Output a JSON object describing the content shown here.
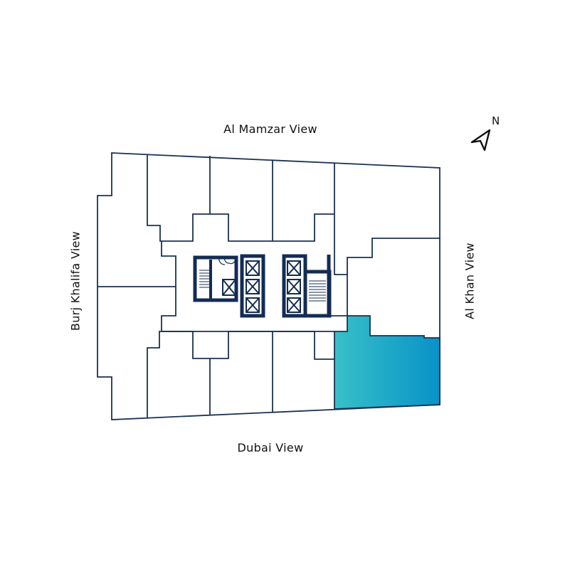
{
  "views": {
    "top": "Al Mamzar View",
    "bottom": "Dubai View",
    "left": "Burj Khalifa View",
    "right": "Al Khan View"
  },
  "compass": {
    "label": "N",
    "icon": "north-arrow-icon"
  },
  "colors": {
    "line": "#1b3153",
    "core": "#142c52",
    "highlight_start": "#38c0c8",
    "highlight_end": "#0892c8"
  }
}
